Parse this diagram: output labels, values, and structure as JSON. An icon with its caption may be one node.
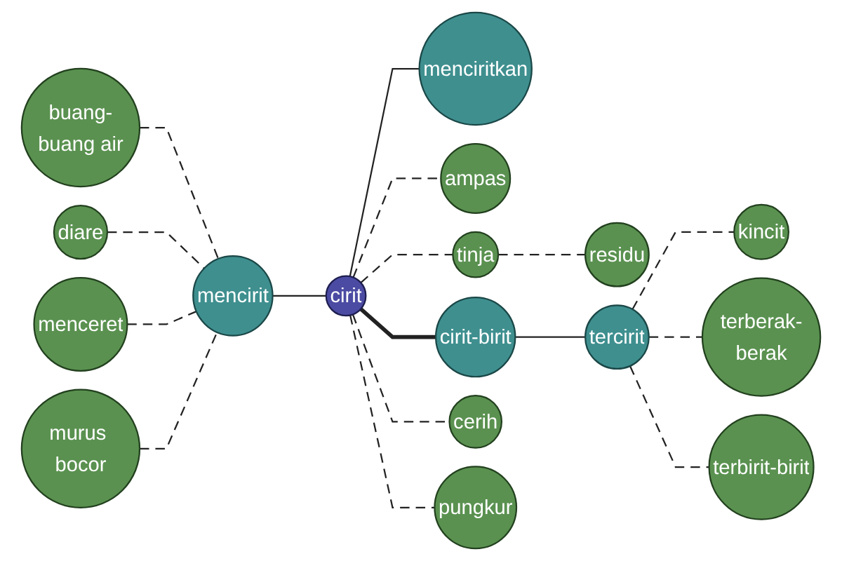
{
  "diagram": {
    "nodes": [
      {
        "text": [
          "buang-buang air"
        ]
      },
      {
        "text": [
          "diare"
        ]
      },
      {
        "text": [
          "menceret"
        ]
      },
      {
        "text": [
          "murus bocor"
        ]
      },
      {
        "text": [
          "mencirit"
        ]
      },
      {
        "text": [
          "menciritkan"
        ]
      },
      {
        "text": [
          "ampas"
        ]
      },
      {
        "text": [
          "cirit"
        ]
      },
      {
        "text": [
          "tinja"
        ]
      },
      {
        "text": [
          "cirit-birit"
        ]
      },
      {
        "text": [
          "residu"
        ]
      },
      {
        "text": [
          "tercirit"
        ]
      },
      {
        "text": [
          "kincit"
        ]
      },
      {
        "text": [
          "cerih"
        ]
      },
      {
        "text": [
          "pungkur"
        ]
      },
      {
        "text": [
          "terberak-berak"
        ]
      },
      {
        "text": [
          "terbirit-birit"
        ]
      }
    ],
    "edges": [
      {
        "from": 0,
        "to": 4,
        "arrow": "none",
        "style": "dashed"
      },
      {
        "from": 1,
        "to": 4,
        "arrow": "none",
        "style": "dashed"
      },
      {
        "from": 2,
        "to": 4,
        "arrow": "none",
        "style": "dashed"
      },
      {
        "from": 3,
        "to": 4,
        "arrow": "none",
        "style": "dashed"
      },
      {
        "from": 4,
        "to": 7,
        "arrow": "none"
      },
      {
        "from": 7,
        "to": 5,
        "arrow": "none"
      },
      {
        "from": 7,
        "to": 6,
        "arrow": "none",
        "style": "dashed"
      },
      {
        "from": 7,
        "to": 8,
        "arrow": "none",
        "style": "dashed"
      },
      {
        "from": 7,
        "to": 9,
        "arrow": "none",
        "style": "thick"
      },
      {
        "from": 7,
        "to": 13,
        "arrow": "none",
        "style": "dashed"
      },
      {
        "from": 7,
        "to": 14,
        "arrow": "none",
        "style": "dashed"
      },
      {
        "from": 8,
        "to": 10,
        "arrow": "none",
        "style": "dashed"
      },
      {
        "from": 9,
        "to": 11,
        "arrow": "none"
      },
      {
        "from": 11,
        "to": 12,
        "arrow": "none",
        "style": "dashed"
      },
      {
        "from": 11,
        "to": 15,
        "arrow": "none",
        "style": "dashed"
      },
      {
        "from": 11,
        "to": 16,
        "arrow": "none",
        "style": "dashed"
      }
    ]
  }
}
